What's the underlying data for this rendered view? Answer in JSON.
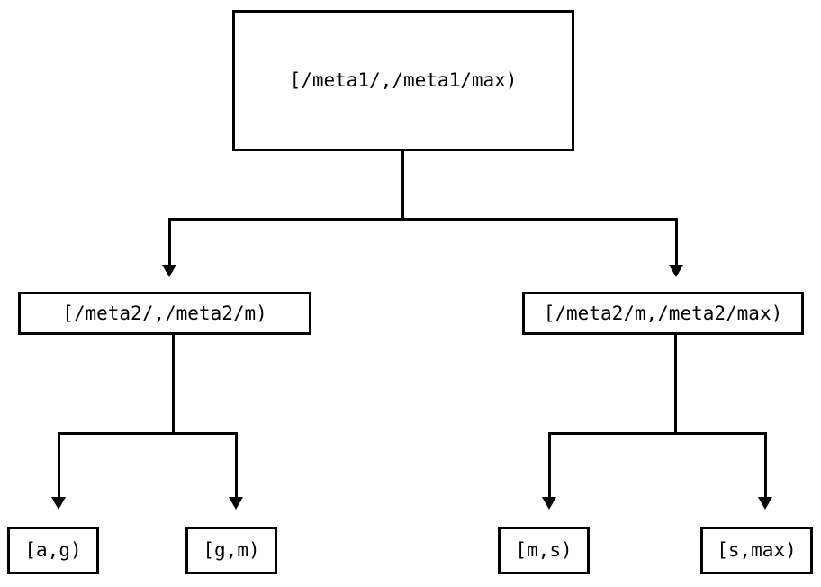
{
  "diagram": {
    "type": "binary-interval-partition-tree",
    "background_color": "#ffffff",
    "line_color": "#000000",
    "text_color": "#000000",
    "levels": 3,
    "nodes": {
      "root": {
        "id": "root",
        "label": "[/meta1/,/meta1/max)",
        "level": 0,
        "children": [
          "mid_left",
          "mid_right"
        ]
      },
      "mid_left": {
        "id": "mid_left",
        "label": "[/meta2/,/meta2/m)",
        "level": 1,
        "children": [
          "leaf_1",
          "leaf_2"
        ]
      },
      "mid_right": {
        "id": "mid_right",
        "label": "[/meta2/m,/meta2/max)",
        "level": 1,
        "children": [
          "leaf_3",
          "leaf_4"
        ]
      },
      "leaf_1": {
        "id": "leaf_1",
        "label": "[a,g)",
        "level": 2,
        "children": []
      },
      "leaf_2": {
        "id": "leaf_2",
        "label": "[g,m)",
        "level": 2,
        "children": []
      },
      "leaf_3": {
        "id": "leaf_3",
        "label": "[m,s)",
        "level": 2,
        "children": []
      },
      "leaf_4": {
        "id": "leaf_4",
        "label": "[s,max)",
        "level": 2,
        "children": []
      }
    },
    "edges": [
      {
        "from": "root",
        "to": "mid_left",
        "arrow": "down-triangle"
      },
      {
        "from": "root",
        "to": "mid_right",
        "arrow": "down-triangle"
      },
      {
        "from": "mid_left",
        "to": "leaf_1",
        "arrow": "down-triangle"
      },
      {
        "from": "mid_left",
        "to": "leaf_2",
        "arrow": "down-triangle"
      },
      {
        "from": "mid_right",
        "to": "leaf_3",
        "arrow": "down-triangle"
      },
      {
        "from": "mid_right",
        "to": "leaf_4",
        "arrow": "down-triangle"
      }
    ]
  }
}
